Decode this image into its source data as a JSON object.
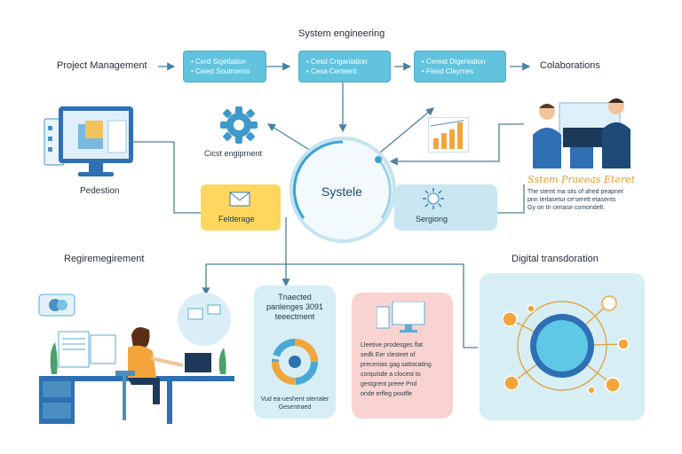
{
  "header": {
    "title": "System engineering"
  },
  "left_labels": {
    "project_management": "Project Management",
    "pedestion": "Pedestion",
    "regiremegirement": "Regiremegirement"
  },
  "right_labels": {
    "colaborations": "Colaborations",
    "digital_transformation": "Digital transdoration"
  },
  "top_boxes": [
    {
      "line1": "• Cerd Sigetlation",
      "line2": "• Ceied Soutments"
    },
    {
      "line1": "• Cesd Cnganiation",
      "line2": "• Cesa Certeerit"
    },
    {
      "line1": "• Cereat Digeniation",
      "line2": "• Fiesd Clayrnes"
    }
  ],
  "center": {
    "hub_label": "Systele",
    "gear_label": "Cicst engiprnent",
    "yellow_box_label": "Felderage",
    "blue_box_label": "Sergiong"
  },
  "collab_card": {
    "title": "Sstem Praeeas Eteret",
    "line1": "The stemt ma sits of ahed peapnet",
    "line2": "pnn terlasetur ce'serett etasents",
    "line3": "Gy on tn cenase comondelt."
  },
  "bottom_cards": {
    "teal_title_1": "Tnaected",
    "teal_title_2": "panlenges 3091",
    "teal_title_3": "teeectment",
    "teal_footer_1": "Vud ea-ueshent sterraler",
    "teal_footer_2": "Gesentraed",
    "pink_text": [
      "Lleetive prodesges flat",
      "sedk Eer clesteet of",
      "precenias gag sattocating",
      "corquisde a clocest to",
      "gestgrent preee Pnd",
      "onde erfleg poutfle"
    ]
  },
  "colors": {
    "accent_blue": "#4aa8d8",
    "box_blue": "#61c3dd",
    "yellow": "#ffd75e",
    "teal_card": "#d6eef4",
    "pink_card": "#f9d3d0",
    "orange": "#f3a53b"
  }
}
